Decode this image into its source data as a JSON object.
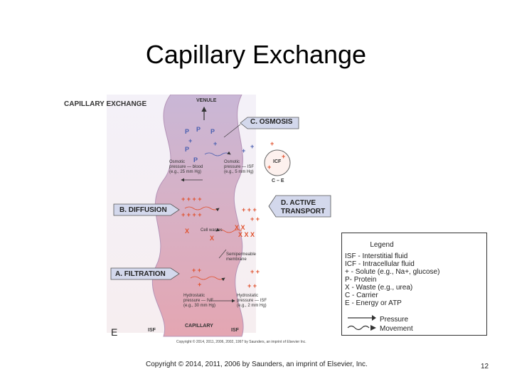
{
  "slide": {
    "title": "Capillary Exchange",
    "footer": "Copyright © 2014, 2011, 2006 by Saunders, an imprint of Elsevier, Inc.",
    "page_number": "12"
  },
  "figure": {
    "header": "CAPILLARY EXCHANGE",
    "venule": "VENULE",
    "capillary": "CAPILLARY",
    "isf_left": "ISF",
    "isf_right": "ISF",
    "osmosis": "C. OSMOSIS",
    "diffusion": "B. DIFFUSION",
    "filtration": "A. FILTRATION",
    "active_transport_1": "D. ACTIVE",
    "active_transport_2": "TRANSPORT",
    "icf": "ICF",
    "carrier": "C – E",
    "osmotic_blood": [
      "Osmotic",
      "pressure — blood",
      "(e.g., 25 mm Hg)"
    ],
    "osmotic_isf": [
      "Osmotic",
      "pressure — ISF",
      "(e.g., 5 mm Hg)"
    ],
    "hydro_blood": [
      "Hydrostatic",
      "pressure — IVF",
      "(e.g., 30 mm Hg)"
    ],
    "hydro_isf": [
      "Hydrostatic",
      "pressure — ISF",
      "(e.g., 2 mm Hg)"
    ],
    "semipermeable": [
      "Semipermeable",
      "membrane"
    ],
    "cell_waste": "Cell wastes",
    "letter": "E",
    "credit": "Copyright © 2014, 2011, 2006, 2002, 1997 by Saunders, an imprint of Elsevier Inc."
  },
  "legend": {
    "title": "Legend",
    "items": [
      "ISF - Interstitial fluid",
      "ICF - Intracellular fluid",
      "+ - Solute (e.g., Na+, glucose)",
      "P- Protein",
      "X - Waste (e.g., urea)",
      "C - Carrier",
      "E - Energy or ATP"
    ],
    "pressure": "Pressure",
    "movement": "Movement"
  },
  "colors": {
    "capillary_top": "#c9b7d6",
    "capillary_bottom": "#e4a6b2",
    "solute": "#e0502c",
    "protein": "#4a5fb0",
    "label_box": "#d3d8ec"
  }
}
